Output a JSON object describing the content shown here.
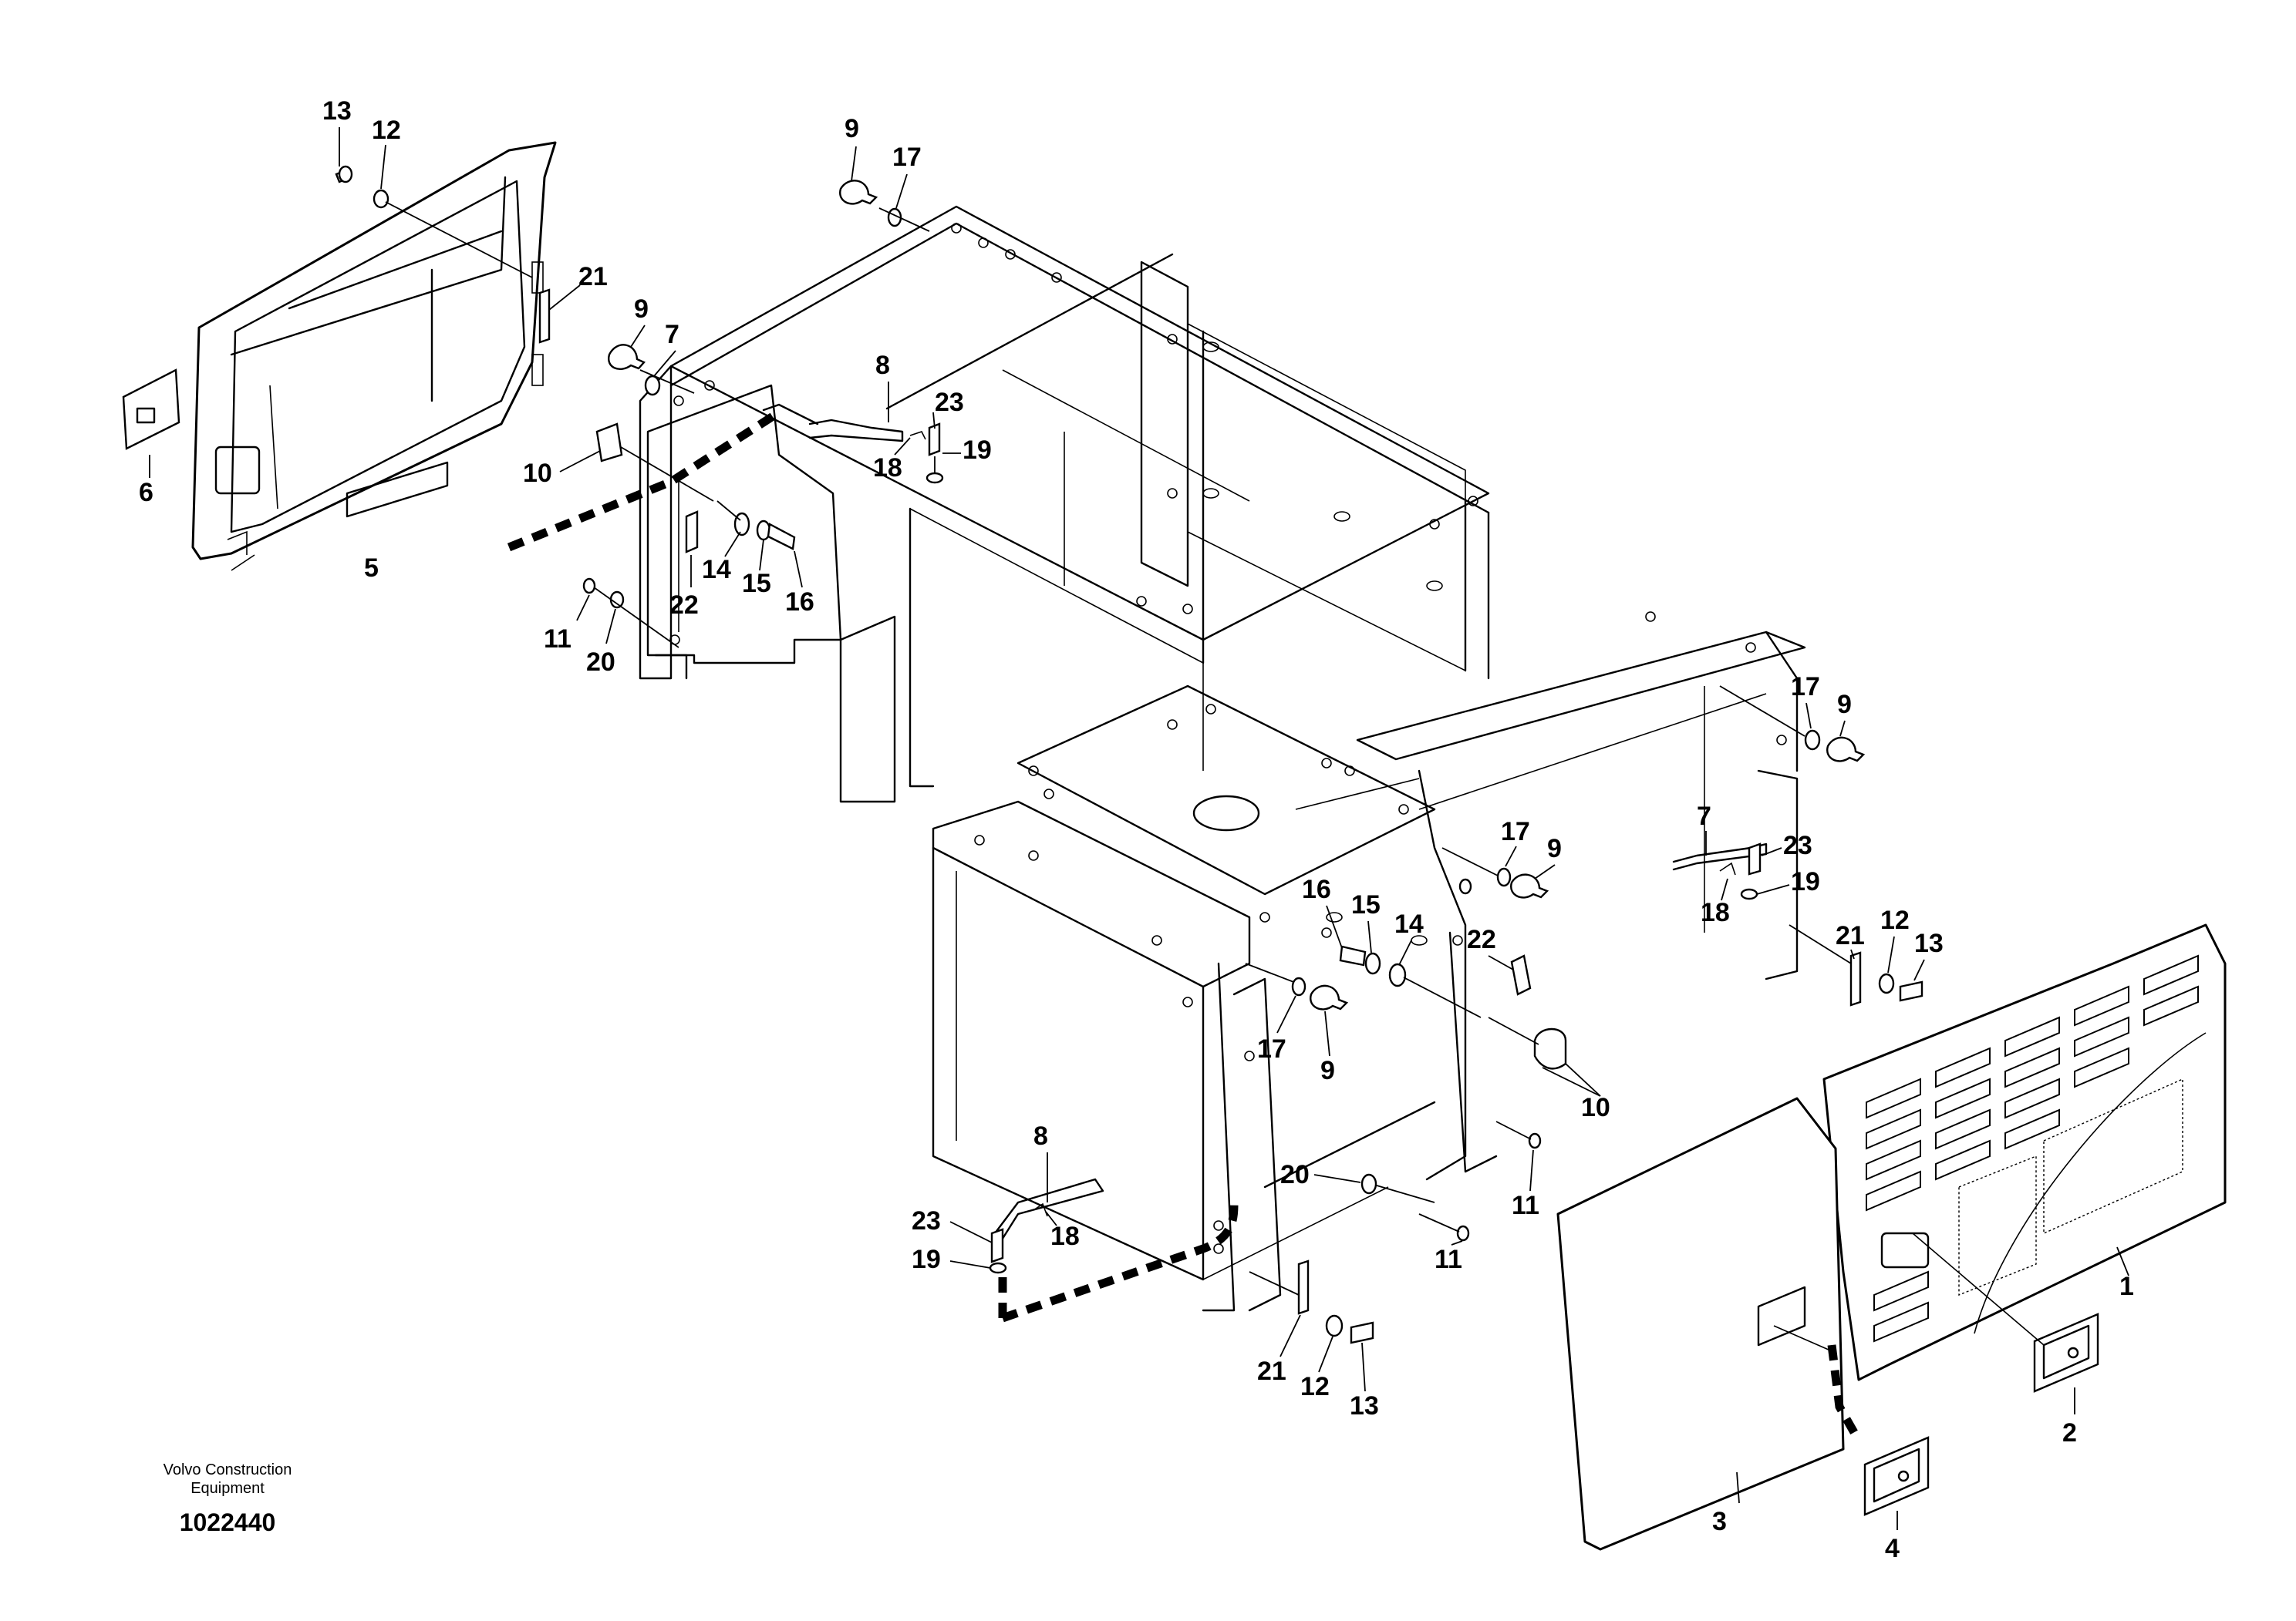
{
  "footer": {
    "brand_line1": "Volvo Construction",
    "brand_line2": "Equipment",
    "drawing_number": "1022440"
  },
  "callouts": [
    "13",
    "12",
    "21",
    "9",
    "7",
    "6",
    "10",
    "5",
    "14",
    "15",
    "16",
    "22",
    "11",
    "20",
    "9",
    "17",
    "8",
    "23",
    "18",
    "19",
    "17",
    "9",
    "7",
    "23",
    "19",
    "18",
    "21",
    "12",
    "13",
    "17",
    "9",
    "16",
    "15",
    "14",
    "22",
    "17",
    "9",
    "10",
    "8",
    "18",
    "23",
    "19",
    "20",
    "11",
    "11",
    "21",
    "12",
    "13",
    "1",
    "2",
    "3",
    "4"
  ]
}
